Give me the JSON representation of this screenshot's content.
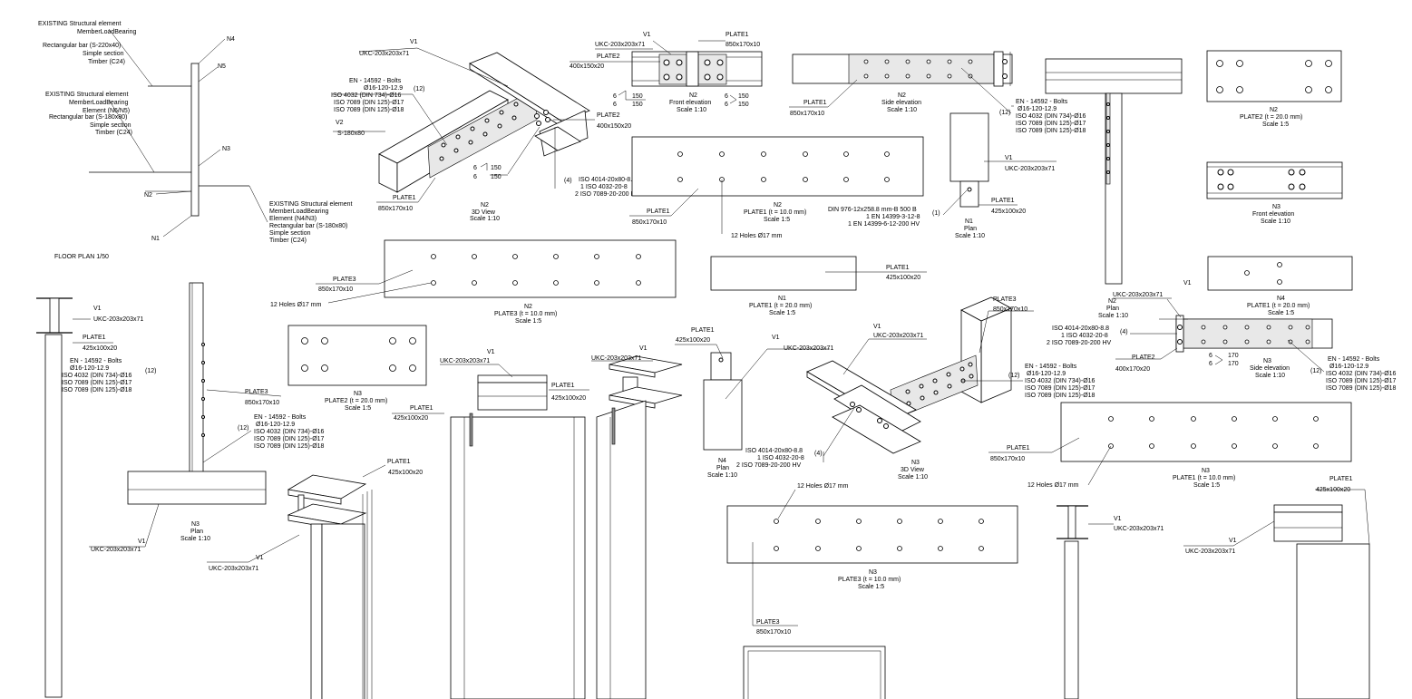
{
  "sheet": {
    "floor_plan": {
      "title": "FLOOR PLAN 1/50",
      "nodes": [
        "N1",
        "N2",
        "N3",
        "N4",
        "N5"
      ],
      "note_top": [
        "EXISTING Structural element",
        "MemberLoadBearing",
        "Rectangular bar (S-220x40)",
        "Simple section",
        "Timber (C24)"
      ],
      "note_mid": [
        "EXISTING Structural element",
        "MemberLoadBearing",
        "Element (N6/N5)",
        "Rectangular bar (S-180x80)",
        "Simple section",
        "Timber (C24)"
      ],
      "note_bottom": [
        "EXISTING Structural element",
        "MemberLoadBearing",
        "Element (N4/N3)",
        "Rectangular bar (S-180x80)",
        "Simple section",
        "Timber (C24)"
      ]
    },
    "n2_3d": {
      "v1": "V1",
      "v1_profile": "UKC-203x203x71",
      "v2": "V2",
      "v2_profile": "S-180x80",
      "bolts": [
        "EN - 14592 - Bolts",
        "Ø16-120-12.9",
        "ISO 4032 (DIN 734)-Ø16",
        "ISO 7089 (DIN 125)-Ø17",
        "ISO 7089 (DIN 125)-Ø18"
      ],
      "bolts_count": "(12)",
      "plate2": "PLATE2",
      "plate2_size": "400x150x20",
      "weld_a": "6",
      "weld_b": "6",
      "weld_c": "150",
      "weld_d": "150",
      "hv": [
        "ISO 4014-20x80-8.8",
        "1 ISO 4032-20-8",
        "2 ISO 7089-20-200 HV"
      ],
      "hv_count": "(4)",
      "plate1": "PLATE1",
      "plate1_size": "850x170x10",
      "title": "N2",
      "subtitle": "3D View",
      "scale": "Scale 1:10"
    },
    "n2_front": {
      "v1": "V1",
      "v1_profile": "UKC-203x203x71",
      "plate1": "PLATE1",
      "plate1_size": "850x170x10",
      "plate2": "PLATE2",
      "plate2_size": "400x150x20",
      "w1": "6",
      "w2": "6",
      "w3": "150",
      "w4": "150",
      "w5": "6",
      "w6": "6",
      "w7": "150",
      "w8": "150",
      "title": "N2",
      "subtitle": "Front elevation",
      "scale": "Scale 1:10"
    },
    "n2_side": {
      "plate1": "PLATE1",
      "plate1_size": "850x170x10",
      "title": "N2",
      "subtitle": "Side elevation",
      "scale": "Scale 1:10",
      "bolts": [
        "EN - 14592 - Bolts",
        "Ø16-120-12.9",
        "ISO 4032 (DIN 734)-Ø16",
        "ISO 7089 (DIN 125)-Ø17",
        "ISO 7089 (DIN 125)-Ø18"
      ],
      "bolts_count": "(12)"
    },
    "n2_plate1": {
      "plate1": "PLATE1",
      "plate1_size": "850x170x10",
      "title": "N2",
      "subtitle": "PLATE1 (t = 10.0 mm)",
      "scale": "Scale 1:5",
      "holes": "12 Holes Ø17 mm"
    },
    "n1_plan": {
      "v1": "V1",
      "v1_profile": "UKC-203x203x71",
      "plate1": "PLATE1",
      "plate1_size": "425x100x20",
      "anchor": [
        "DIN 976-12x258.8 mm-B 500 B",
        "1 EN 14399-3-12-8",
        "1 EN 14399-6-12-200 HV"
      ],
      "anchor_count": "(1)",
      "title": "N1",
      "subtitle": "Plan",
      "scale": "Scale 1:10"
    },
    "n2_plan": {
      "v1": "V1",
      "v1_profile": "UKC-203x203x71",
      "title": "N2",
      "subtitle": "Plan",
      "scale": "Scale 1:10"
    },
    "n2_plate2": {
      "title": "N2",
      "subtitle": "PLATE2 (t = 20.0 mm)",
      "scale": "Scale 1:5"
    },
    "n3_front": {
      "title": "N3",
      "subtitle": "Front elevation",
      "scale": "Scale 1:10"
    },
    "n2_plate3": {
      "plate3": "PLATE3",
      "plate3_size": "850x170x10",
      "holes": "12 Holes Ø17 mm",
      "title": "N2",
      "subtitle": "PLATE3 (t = 10.0 mm)",
      "scale": "Scale 1:5"
    },
    "n1_plate1": {
      "plate1": "PLATE1",
      "plate1_size": "425x100x20",
      "title": "N1",
      "subtitle": "PLATE1 (t = 20.0 mm)",
      "scale": "Scale 1:5"
    },
    "n4_plate1": {
      "title": "N4",
      "subtitle": "PLATE1 (t = 20.0 mm)",
      "scale": "Scale 1:5"
    },
    "n3_plan": {
      "v1": "V1",
      "v1_profile": "UKC-203x203x71",
      "plate1": "PLATE1",
      "plate1_size": "425x100x20",
      "plate3": "PLATE3",
      "plate3_size": "850x170x10",
      "bolts_a": [
        "EN - 14592 - Bolts",
        "Ø16-120-12.9",
        "ISO 4032 (DIN 734)-Ø16",
        "ISO 7089 (DIN 125)-Ø17",
        "ISO 7089 (DIN 125)-Ø18"
      ],
      "bolts_a_count": "(12)",
      "bolts_b": [
        "EN - 14592 - Bolts",
        "Ø16-120-12.9",
        "ISO 4032 (DIN 734)-Ø16",
        "ISO 7089 (DIN 125)-Ø17",
        "ISO 7089 (DIN 125)-Ø18"
      ],
      "bolts_b_count": "(12)",
      "v1b": "V1",
      "v1b_profile": "UKC-203x203x71",
      "title": "N3",
      "subtitle": "Plan",
      "scale": "Scale 1:10"
    },
    "n3_plate2": {
      "title": "N3",
      "subtitle": "PLATE2 (t = 20.0 mm)",
      "scale": "Scale 1:5"
    },
    "iso_mid": {
      "v1": "V1",
      "v1_profile": "UKC-203x203x71",
      "plate1": "PLATE1",
      "plate1_size": "425x100x20",
      "v1b": "V1",
      "v1b_profile": "UKC-203x203x71",
      "plate1b": "PLATE1",
      "plate1b_size": "425x100x20"
    },
    "n4_plan": {
      "plate1": "PLATE1",
      "plate1_size": "425x100x20",
      "v1": "V1",
      "v1_profile": "UKC-203x203x71",
      "title": "N4",
      "subtitle": "Plan",
      "scale": "Scale 1:10"
    },
    "n3_3d": {
      "v1": "V1",
      "v1_profile": "UKC-203x203x71",
      "plate3": "PLATE3",
      "plate3_size": "850x170x10",
      "bolts": [
        "EN - 14592 - Bolts",
        "Ø16-120-12.9",
        "ISO 4032 (DIN 734)-Ø16",
        "ISO 7089 (DIN 125)-Ø17",
        "ISO 7089 (DIN 125)-Ø18"
      ],
      "bolts_count": "(12)",
      "hv": [
        "ISO 4014-20x80-8.8",
        "1 ISO 4032-20-8",
        "2 ISO 7089-20-200 HV"
      ],
      "hv_count": "(4)",
      "title": "N3",
      "subtitle": "3D View",
      "scale": "Scale 1:10"
    },
    "n3_side": {
      "v1": "V1",
      "v1_profile": "UKC-203x203x71",
      "hv": [
        "ISO 4014-20x80-8.8",
        "1 ISO 4032-20-8",
        "2 ISO 7089-20-200 HV"
      ],
      "hv_count": "(4)",
      "plate2": "PLATE2",
      "plate2_size": "400x170x20",
      "w1": "6",
      "w2": "6",
      "w3": "170",
      "w4": "170",
      "bolts": [
        "EN - 14592 - Bolts",
        "Ø16-120-12.9",
        "ISO 4032 (DIN 734)-Ø16",
        "ISO 7089 (DIN 125)-Ø17",
        "ISO 7089 (DIN 125)-Ø18"
      ],
      "bolts_count": "(12)",
      "title": "N3",
      "subtitle": "Side elevation",
      "scale": "Scale 1:10"
    },
    "n3_plate1": {
      "plate1": "PLATE1",
      "plate1_size": "850x170x10",
      "holes": "12 Holes Ø17 mm",
      "title": "N3",
      "subtitle": "PLATE1 (t = 10.0 mm)",
      "scale": "Scale 1:5"
    },
    "n3_plate3": {
      "holes": "12 Holes Ø17 mm",
      "plate3": "PLATE3",
      "plate3_size": "850x170x10",
      "title": "N3",
      "subtitle": "PLATE3 (t = 10.0 mm)",
      "scale": "Scale 1:5"
    },
    "br_views": {
      "v1": "V1",
      "v1_profile": "UKC-203x203x71",
      "v1b": "V1",
      "v1b_profile": "UKC-203x203x71",
      "plate1": "PLATE1",
      "plate1_size": "425x100x20"
    }
  }
}
